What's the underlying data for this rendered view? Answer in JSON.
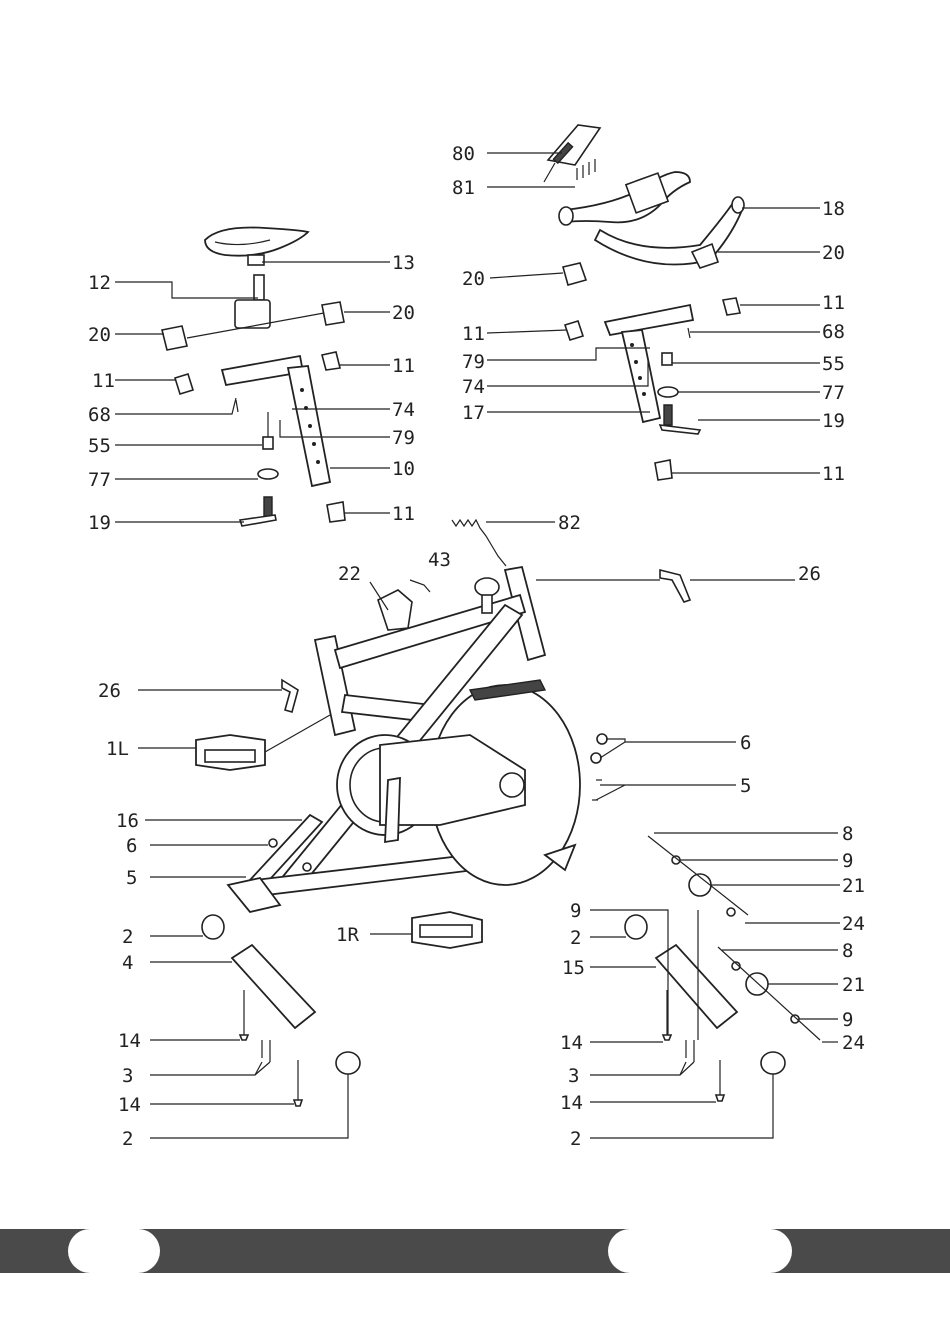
{
  "diagram": {
    "callouts": [
      {
        "id": "c80",
        "text": "80"
      },
      {
        "id": "c81",
        "text": "81"
      },
      {
        "id": "c18",
        "text": "18"
      },
      {
        "id": "c20a",
        "text": "20"
      },
      {
        "id": "c20b",
        "text": "20"
      },
      {
        "id": "c11a",
        "text": "11"
      },
      {
        "id": "c11b",
        "text": "11"
      },
      {
        "id": "c68a",
        "text": "68"
      },
      {
        "id": "c79a",
        "text": "79"
      },
      {
        "id": "c55a",
        "text": "55"
      },
      {
        "id": "c74a",
        "text": "74"
      },
      {
        "id": "c77a",
        "text": "77"
      },
      {
        "id": "c17",
        "text": "17"
      },
      {
        "id": "c19a",
        "text": "19"
      },
      {
        "id": "c11c",
        "text": "11"
      },
      {
        "id": "c13",
        "text": "13"
      },
      {
        "id": "c12",
        "text": "12"
      },
      {
        "id": "c20c",
        "text": "20"
      },
      {
        "id": "c20d",
        "text": "20"
      },
      {
        "id": "c11d",
        "text": "11"
      },
      {
        "id": "c11e",
        "text": "11"
      },
      {
        "id": "c68b",
        "text": "68"
      },
      {
        "id": "c74b",
        "text": "74"
      },
      {
        "id": "c55b",
        "text": "55"
      },
      {
        "id": "c79b",
        "text": "79"
      },
      {
        "id": "c10",
        "text": "10"
      },
      {
        "id": "c77b",
        "text": "77"
      },
      {
        "id": "c11f",
        "text": "11"
      },
      {
        "id": "c19b",
        "text": "19"
      },
      {
        "id": "c82",
        "text": "82"
      },
      {
        "id": "c43",
        "text": "43"
      },
      {
        "id": "c22",
        "text": "22"
      },
      {
        "id": "c26a",
        "text": "26"
      },
      {
        "id": "c26b",
        "text": "26"
      },
      {
        "id": "c1L",
        "text": "1L"
      },
      {
        "id": "c6a",
        "text": "6"
      },
      {
        "id": "c5a",
        "text": "5"
      },
      {
        "id": "c16",
        "text": "16"
      },
      {
        "id": "c6b",
        "text": "6"
      },
      {
        "id": "c5b",
        "text": "5"
      },
      {
        "id": "c8a",
        "text": "8"
      },
      {
        "id": "c9a",
        "text": "9"
      },
      {
        "id": "c21a",
        "text": "21"
      },
      {
        "id": "c9b",
        "text": "9"
      },
      {
        "id": "c24a",
        "text": "24"
      },
      {
        "id": "c2a",
        "text": "2"
      },
      {
        "id": "c1R",
        "text": "1R"
      },
      {
        "id": "c2b",
        "text": "2"
      },
      {
        "id": "c8b",
        "text": "8"
      },
      {
        "id": "c4",
        "text": "4"
      },
      {
        "id": "c15",
        "text": "15"
      },
      {
        "id": "c21b",
        "text": "21"
      },
      {
        "id": "c9c",
        "text": "9"
      },
      {
        "id": "c14a",
        "text": "14"
      },
      {
        "id": "c14b",
        "text": "14"
      },
      {
        "id": "c24b",
        "text": "24"
      },
      {
        "id": "c3a",
        "text": "3"
      },
      {
        "id": "c3b",
        "text": "3"
      },
      {
        "id": "c14c",
        "text": "14"
      },
      {
        "id": "c14d",
        "text": "14"
      },
      {
        "id": "c2c",
        "text": "2"
      },
      {
        "id": "c2d",
        "text": "2"
      }
    ]
  },
  "footer": {
    "bar_color": "#4a4a4a",
    "left_page_number": "",
    "right_page_number": ""
  }
}
